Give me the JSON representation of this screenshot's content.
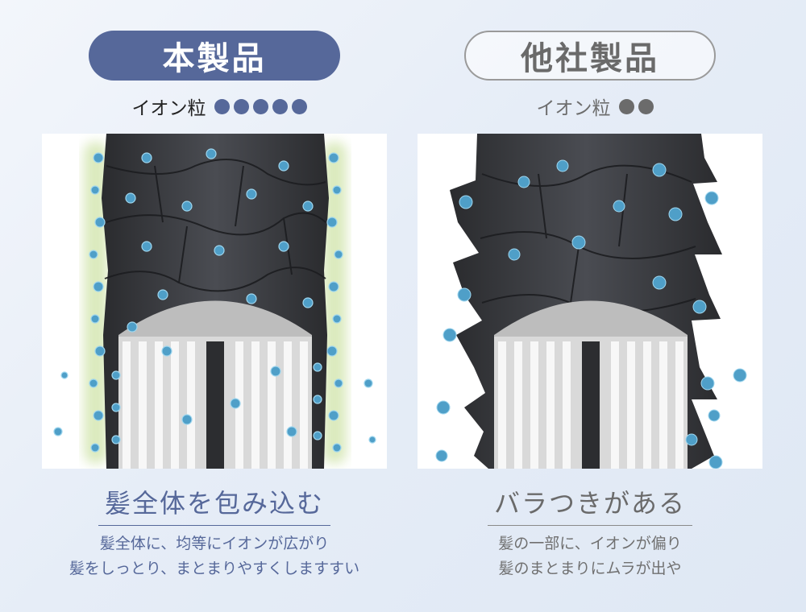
{
  "ours": {
    "label": "本製品",
    "ion_label": "イオン粒",
    "ion_level": 5,
    "headline": "髪全体を包み込む",
    "description": [
      "髪全体に、均等にイオンが広がり",
      "髪をしっとり、まとまりやすくしますすい"
    ]
  },
  "theirs": {
    "label": "他社製品",
    "ion_label": "イオン粒",
    "ion_level": 2,
    "headline": "バラつきがある",
    "description": [
      "髪の一部に、イオンが偏り",
      "髪のまとまりにムラが出や"
    ]
  },
  "colors": {
    "accent": "#56689a",
    "muted": "#6b6b6b",
    "ion_blue": "#4f9fc8",
    "hair": "#3a3c40",
    "glow": "#cfe3a8"
  }
}
